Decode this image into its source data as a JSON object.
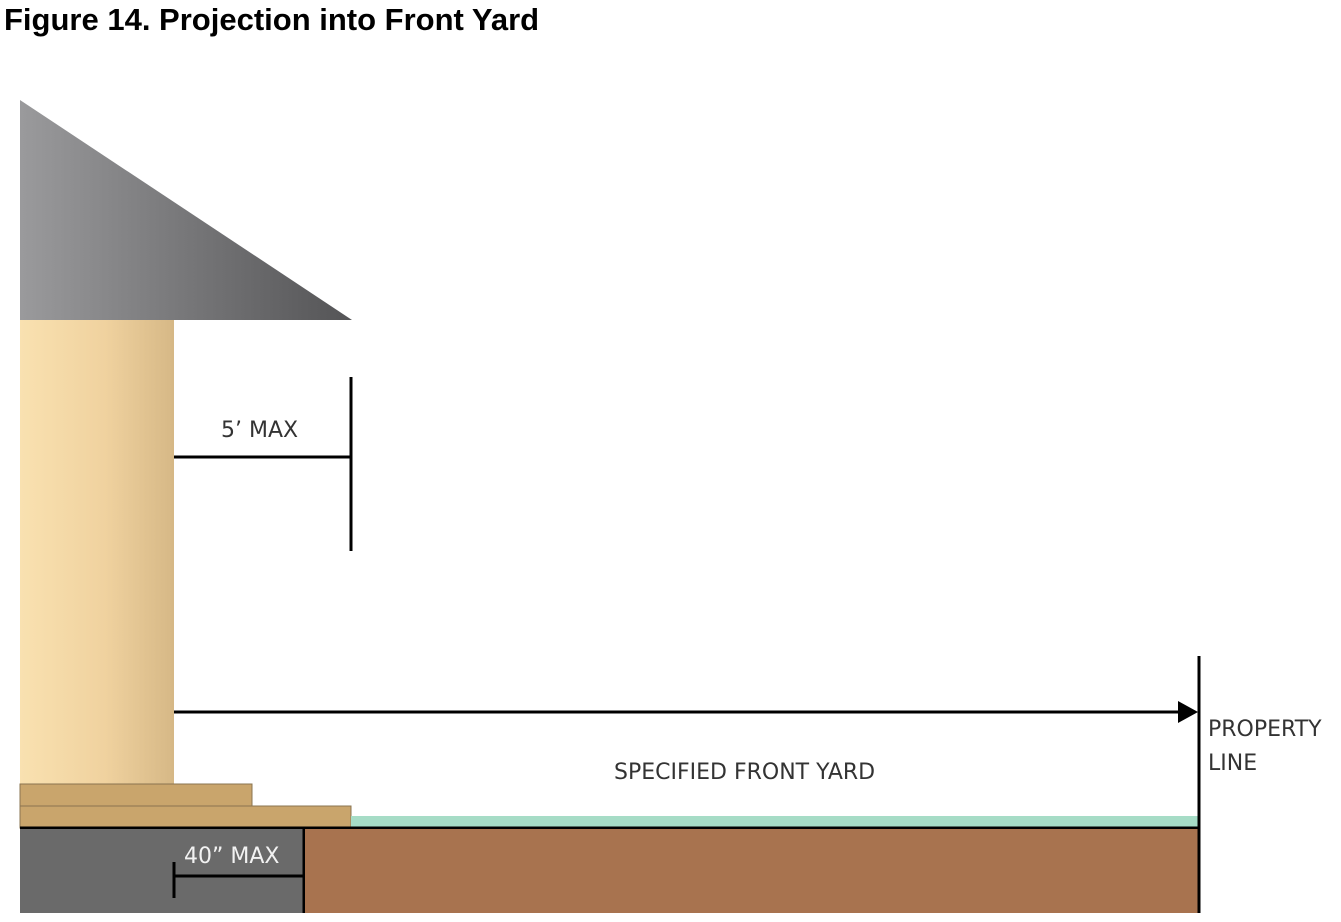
{
  "title": "Figure 14. Projection into Front Yard",
  "labels": {
    "projection_max": "5’ MAX",
    "height_max": "40” MAX",
    "front_yard": "SPECIFIED FRONT YARD",
    "property_line_1": "PROPERTY",
    "property_line_2": "LINE"
  },
  "colors": {
    "roof_light": "#9a9a9c",
    "roof_dark": "#5c5c5e",
    "wall_light": "#f8dfad",
    "wall_dark": "#d8bb8a",
    "step": "#c9a56c",
    "grass": "#a6dcc6",
    "soil": "#a8734f",
    "foundation": "#6a6a6a",
    "line": "#000000"
  }
}
